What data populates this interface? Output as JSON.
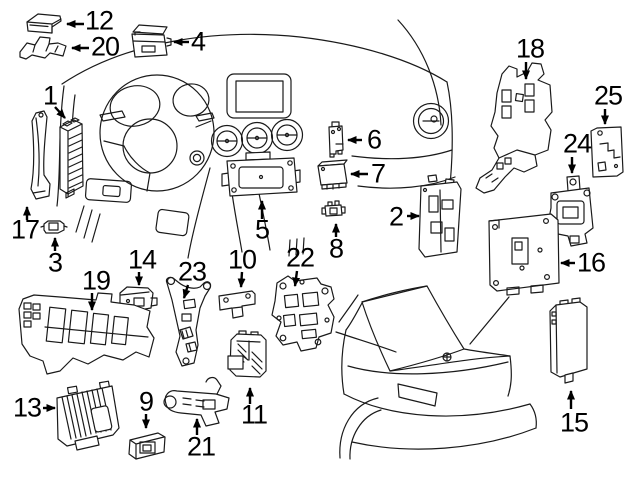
{
  "diagram": {
    "background_color": "#ffffff",
    "line_color": "#1a1a1a",
    "callouts": [
      {
        "number": "1"
      },
      {
        "number": "2"
      },
      {
        "number": "3"
      },
      {
        "number": "4"
      },
      {
        "number": "5"
      },
      {
        "number": "6"
      },
      {
        "number": "7"
      },
      {
        "number": "8"
      },
      {
        "number": "9"
      },
      {
        "number": "10"
      },
      {
        "number": "11"
      },
      {
        "number": "12"
      },
      {
        "number": "13"
      },
      {
        "number": "14"
      },
      {
        "number": "15"
      },
      {
        "number": "16"
      },
      {
        "number": "17"
      },
      {
        "number": "18"
      },
      {
        "number": "19"
      },
      {
        "number": "20"
      },
      {
        "number": "21"
      },
      {
        "number": "22"
      },
      {
        "number": "23"
      },
      {
        "number": "24"
      },
      {
        "number": "25"
      }
    ]
  }
}
